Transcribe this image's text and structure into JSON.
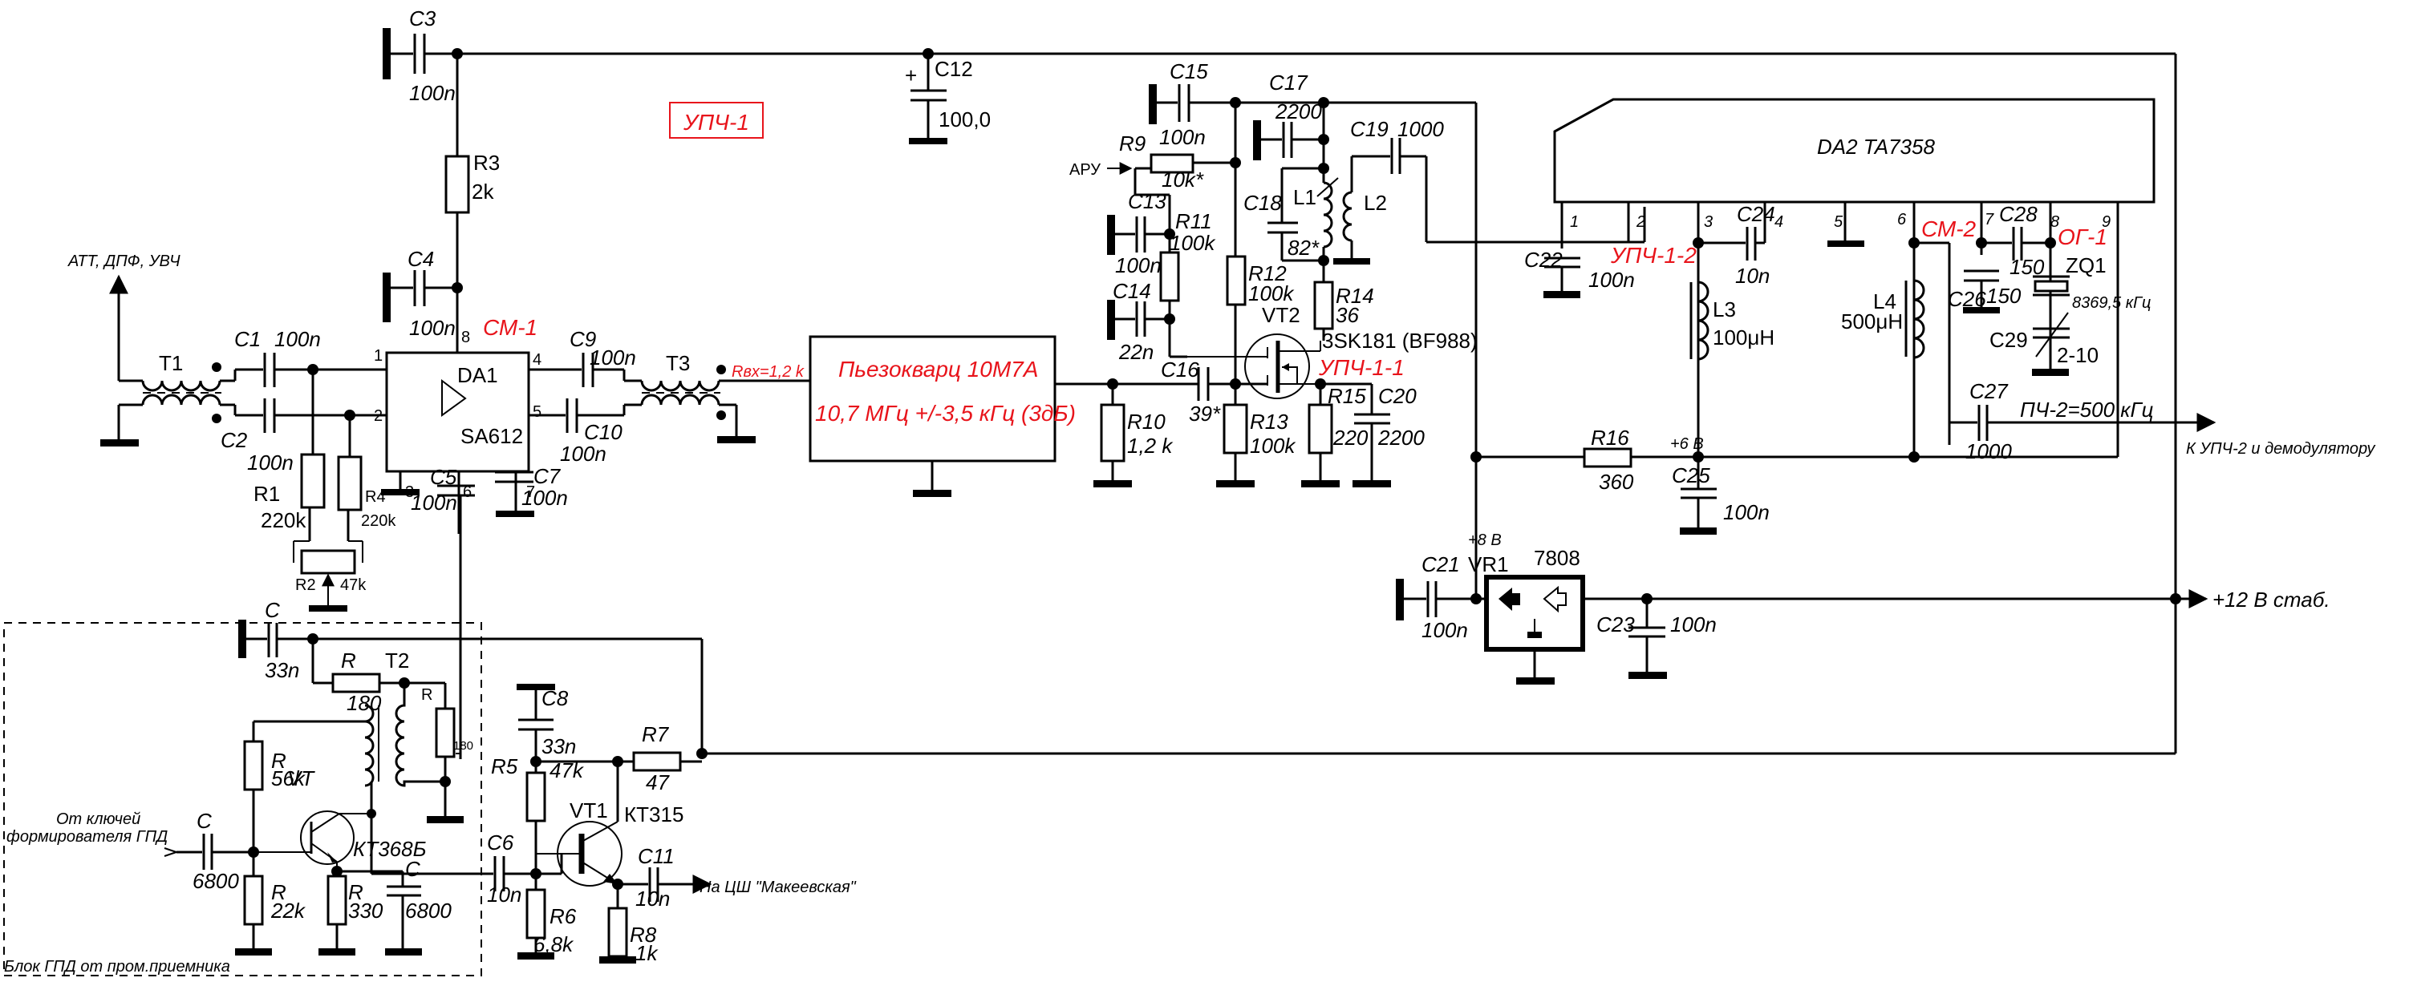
{
  "accent_color": "#e8141b",
  "blocks": {
    "upch1_box": "УПЧ-1",
    "sm1": "СМ-1",
    "upch11": "УПЧ-1-1",
    "upch12": "УПЧ-1-2",
    "sm2": "СМ-2",
    "og1": "ОГ-1",
    "rin": "Rвх=1,2 k",
    "filter_name": "Пьезокварц 10М7А",
    "filter_spec": "10,7 МГц +/-3,5 кГц (3дБ)",
    "gpd_block": "Блок ГПД от пром.приемника"
  },
  "signals": {
    "input": "АТТ, ДПФ, УВЧ",
    "agc": "АРУ",
    "if2": "ПЧ-2=500 кГц",
    "to_if2": "К УПЧ-2 и демодулятору",
    "supply": "+12 В стаб.",
    "v8": "+8 В",
    "v6": "+6 В",
    "gpd_in_1": "От ключей",
    "gpd_in_2": "формирователя ГПД",
    "to_counter": "На ЦШ \"Макеевская\""
  },
  "ics": {
    "da1": {
      "ref": "DA1",
      "part": "SA612",
      "pins": [
        "1",
        "2",
        "3",
        "4",
        "5",
        "6",
        "7",
        "8"
      ]
    },
    "da2": {
      "label": "DA2 TA7358",
      "pins": [
        "1",
        "2",
        "3",
        "4",
        "5",
        "6",
        "7",
        "8",
        "9"
      ]
    },
    "vr1": {
      "ref": "VR1",
      "part": "7808"
    }
  },
  "transistors": {
    "vt2": {
      "ref": "VT2",
      "part": "3SK181 (BF988)"
    },
    "vt1": {
      "ref": "VT1",
      "part": "КТ315"
    },
    "vt": {
      "ref": "VT",
      "part": "КТ368Б"
    }
  },
  "transformers": {
    "t1": "T1",
    "t2": "T2",
    "t3": "T3"
  },
  "components": {
    "c1": {
      "ref": "C1",
      "val": "100n"
    },
    "c2": {
      "ref": "C2",
      "val": "100n"
    },
    "c3": {
      "ref": "C3",
      "val": "100n"
    },
    "c4": {
      "ref": "C4",
      "val": "100n"
    },
    "c5": {
      "ref": "C5",
      "val": "100n"
    },
    "c6": {
      "ref": "C6",
      "val": "10n"
    },
    "c7": {
      "ref": "C7",
      "val": "100n"
    },
    "c8": {
      "ref": "C8",
      "val": "33n"
    },
    "c9": {
      "ref": "C9",
      "val": "100n"
    },
    "c10": {
      "ref": "C10",
      "val": "100n"
    },
    "c11": {
      "ref": "C11",
      "val": "10n"
    },
    "c12": {
      "ref": "C12",
      "val": "100,0"
    },
    "c13": {
      "ref": "C13",
      "val": "100n"
    },
    "c14": {
      "ref": "C14",
      "val": "22n"
    },
    "c15": {
      "ref": "C15",
      "val": "100n"
    },
    "c16": {
      "ref": "C16",
      "val": "39*"
    },
    "c17": {
      "ref": "C17",
      "val": "2200"
    },
    "c18": {
      "ref": "C18",
      "val": "82*"
    },
    "c19": {
      "ref": "C19",
      "val": "1000"
    },
    "c20": {
      "ref": "C20",
      "val": "2200"
    },
    "c21": {
      "ref": "C21",
      "val": "100n"
    },
    "c22": {
      "ref": "C22",
      "val": "100n"
    },
    "c23": {
      "ref": "C23",
      "val": "100n"
    },
    "c24": {
      "ref": "C24",
      "val": "10n"
    },
    "c25": {
      "ref": "C25",
      "val": "100n"
    },
    "c26": {
      "ref": "C26",
      "val": "150"
    },
    "c27": {
      "ref": "C27",
      "val": "1000"
    },
    "c28": {
      "ref": "C28",
      "val": "150"
    },
    "c29": {
      "ref": "C29",
      "val": "2-10"
    },
    "r1": {
      "ref": "R1",
      "val": "220k"
    },
    "r2": {
      "ref": "R2",
      "val": "47k"
    },
    "r3": {
      "ref": "R3",
      "val": "2k"
    },
    "r4": {
      "ref": "R4",
      "val": "220k"
    },
    "r5": {
      "ref": "R5",
      "val": "47k"
    },
    "r6": {
      "ref": "R6",
      "val": "6,8k"
    },
    "r7": {
      "ref": "R7",
      "val": "47"
    },
    "r8": {
      "ref": "R8",
      "val": "1k"
    },
    "r9": {
      "ref": "R9",
      "val": "10k*"
    },
    "r10": {
      "ref": "R10",
      "val": "1,2 k"
    },
    "r11": {
      "ref": "R11",
      "val": "100k"
    },
    "r12": {
      "ref": "R12",
      "val": "100k"
    },
    "r13": {
      "ref": "R13",
      "val": "100k"
    },
    "r14": {
      "ref": "R14",
      "val": "36"
    },
    "r15": {
      "ref": "R15",
      "val": "220"
    },
    "r16": {
      "ref": "R16",
      "val": "360"
    },
    "l1": {
      "ref": "L1"
    },
    "l2": {
      "ref": "L2"
    },
    "l3": {
      "ref": "L3",
      "val": "100μH"
    },
    "l4": {
      "ref": "L4",
      "val": "500μH"
    },
    "zq1": {
      "ref": "ZQ1",
      "val": "8369,5 кГц"
    },
    "gpd_c_top": {
      "ref": "C",
      "val": "33n"
    },
    "gpd_r_top": {
      "ref": "R",
      "val": "180"
    },
    "gpd_r_t2": {
      "ref": "R",
      "val": "180"
    },
    "gpd_r56": {
      "ref": "R",
      "val": "56k"
    },
    "gpd_c_in": {
      "ref": "C",
      "val": "6800"
    },
    "gpd_r22": {
      "ref": "R",
      "val": "22k"
    },
    "gpd_r330": {
      "ref": "R",
      "val": "330"
    },
    "gpd_c_e": {
      "ref": "C",
      "val": "6800"
    }
  }
}
